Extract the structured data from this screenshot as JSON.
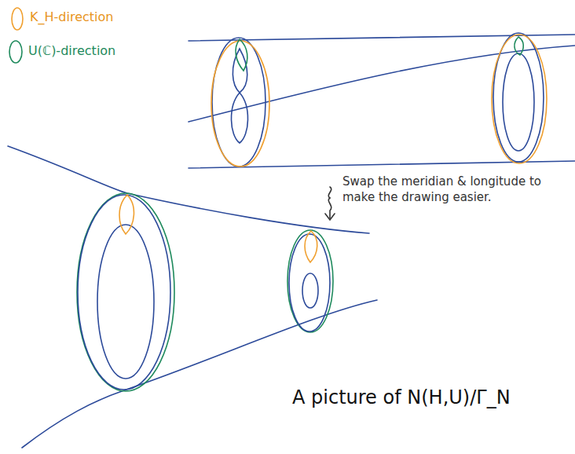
{
  "diagram": {
    "caption": "A picture of N(H,U)/Γ_N",
    "labels": [
      "Swap the meridian & longitude to make the drawing easier."
    ],
    "legend": [
      {
        "text": "K_H-direction"
      },
      {
        "text": "U(ℂ)-direction"
      }
    ]
  }
}
